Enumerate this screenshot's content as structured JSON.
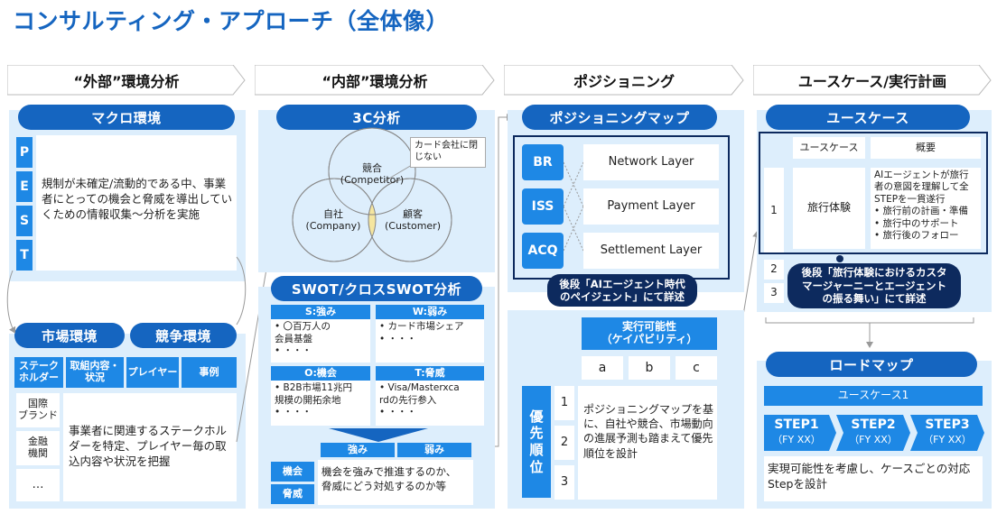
{
  "title": "コンサルティング・アプローチ（全体像）",
  "phases": [
    "“外部”環境分析",
    "“内部”環境分析",
    "ポジショニング",
    "ユースケース/実行計画"
  ],
  "col1": {
    "macro_title": "マクロ環境",
    "pest": [
      "P",
      "E",
      "S",
      "T"
    ],
    "macro_text": "規制が未確定/流動的である中、事業者にとっての機会と脅威を導出していくための情報収集～分析を実施",
    "market_title": "市場環境",
    "competition_title": "競争環境",
    "tags": [
      "ステーク\nホルダー",
      "取組内容・\n状況",
      "プレイヤー",
      "事例"
    ],
    "rows": [
      "国際\nブランド",
      "金融\n機関",
      "…"
    ],
    "market_text": "事業者に関連するステークホルダーを特定、プレイヤー毎の取込内容や状況を把握"
  },
  "col2": {
    "threec_title": "3C分析",
    "venn": {
      "competitor": "競合\n(Competitor)",
      "company": "自社\n(Company)",
      "customer": "顧客\n(Customer)",
      "callout": "カード会社に閉\nじない"
    },
    "swot_title": "SWOT/クロスSWOT分析",
    "swot": [
      {
        "label": "S:強み",
        "items": "• 〇百万人の\n  会員基盤\n• ・・・"
      },
      {
        "label": "W:弱み",
        "items": "• カード市場シェア\n• ・・・"
      },
      {
        "label": "O:機会",
        "items": "• B2B市場11兆円\n  規模の開拓余地\n• ・・・"
      },
      {
        "label": "T:脅威",
        "items": "• Visa/Masterxca\n  rdの先行参入\n• ・・・"
      }
    ],
    "cross_cols": [
      "強み",
      "弱み"
    ],
    "cross_rows": [
      "機会",
      "脅威"
    ],
    "cross_text": "機会を強みで推進するのか、\n脅威にどう対処するのか等"
  },
  "col3": {
    "map_title": "ポジショニングマップ",
    "layers": [
      {
        "tag": "BR",
        "name": "Network Layer"
      },
      {
        "tag": "ISS",
        "name": "Payment Layer"
      },
      {
        "tag": "ACQ",
        "name": "Settlement Layer"
      }
    ],
    "map_note": "後段「AIエージェント時代\nのペイジェント」にて詳述",
    "feasibility_title": "実行可能性\n（ケイパビリティ）",
    "feasibility_cols": [
      "a",
      "b",
      "c"
    ],
    "priority_label": "優\n先\n順\n位",
    "priority_nums": [
      "1",
      "2",
      "3"
    ],
    "priority_text": "ポジショニングマップを基に、自社や競合、市場動向の進展予測も踏まえて優先順位を設計"
  },
  "col4": {
    "usecase_title": "ユースケース",
    "table_headers": [
      "ユースケース",
      "概要"
    ],
    "row_nums": [
      "1",
      "2",
      "3"
    ],
    "usecase_name": "旅行体験",
    "usecase_desc": "AIエージェントが旅行者の意図を理解して全STEPを一貫遂行\n• 旅行前の計画・準備\n• 旅行中のサポート\n• 旅行後のフォロー",
    "usecase_note": "後段「旅行体験におけるカスタ\nマージャーニーとエージェント\nの振る舞い」にて詳述",
    "roadmap_title": "ロードマップ",
    "roadmap_uc": "ユースケース1",
    "steps": [
      {
        "label": "STEP1",
        "sub": "（FY XX）"
      },
      {
        "label": "STEP2",
        "sub": "（FY XX）"
      },
      {
        "label": "STEP3",
        "sub": "（FY XX）"
      }
    ],
    "roadmap_text": "実現可能性を考慮し、ケースごとの対応Stepを設計"
  },
  "colors": {
    "primary": "#1565c0",
    "accent": "#1e88e5",
    "light": "#ddeefc",
    "navy": "#0d2a5e"
  }
}
